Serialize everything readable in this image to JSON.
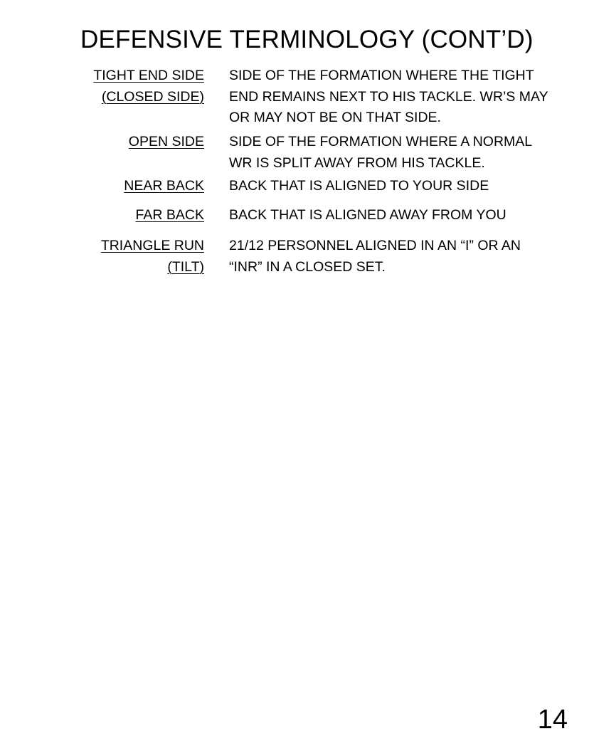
{
  "page": {
    "title": "DEFENSIVE TERMINOLOGY (CONT’D)",
    "page_number": "14"
  },
  "terms": [
    {
      "term": "TIGHT END SIDE\n(CLOSED SIDE)",
      "definition": "SIDE OF THE FORMATION WHERE THE TIGHT\nEND REMAINS NEXT TO HIS TACKLE. WR’S MAY\nOR MAY NOT BE ON THAT SIDE."
    },
    {
      "term": "OPEN SIDE",
      "definition": "SIDE OF THE FORMATION WHERE A NORMAL\nWR IS SPLIT AWAY FROM HIS TACKLE."
    },
    {
      "term": "NEAR BACK",
      "definition": "BACK THAT IS ALIGNED TO YOUR SIDE"
    },
    {
      "term": "FAR BACK",
      "definition": "BACK THAT IS ALIGNED AWAY FROM YOU"
    },
    {
      "term": "TRIANGLE RUN\n(TILT)",
      "definition": "21/12 PERSONNEL ALIGNED IN AN “I” OR AN\n“INR” IN A CLOSED SET."
    }
  ]
}
